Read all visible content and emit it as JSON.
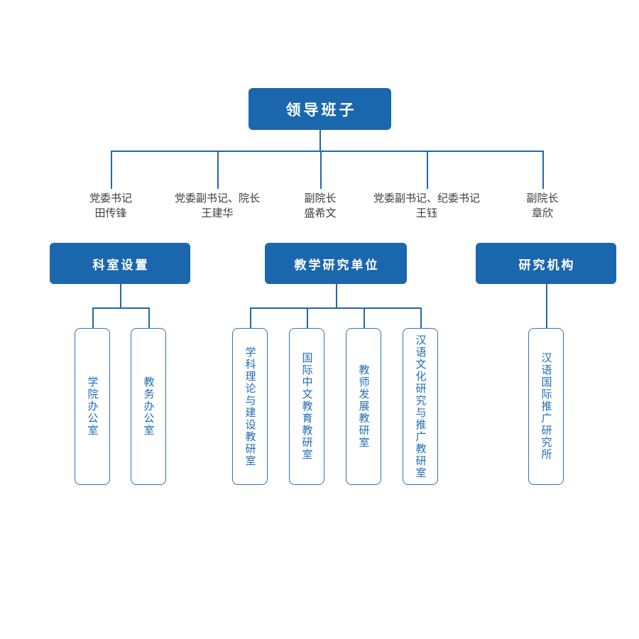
{
  "palette": {
    "primary_blue": "#1b67ae",
    "connector_blue": "#2268ab",
    "leader_text": "#3d3d3d",
    "vertical_box_text": "#1f6cb4",
    "vertical_box_border": "#2e75b6",
    "background": "#ffffff"
  },
  "root": {
    "label": "领导班子"
  },
  "leaders": [
    {
      "title": "党委书记",
      "name": "田传锋"
    },
    {
      "title": "党委副书记、院长",
      "name": "王建华"
    },
    {
      "title": "副院长",
      "name": "盛希文"
    },
    {
      "title": "党委副书记、纪委书记",
      "name": "王钰"
    },
    {
      "title": "副院长",
      "name": "章欣"
    }
  ],
  "sections": [
    {
      "label": "科室设置",
      "children": [
        "学院办公室",
        "教务办公室"
      ]
    },
    {
      "label": "教学研究单位",
      "children": [
        "学科理论与建设教研室",
        "国际中文教育教研室",
        "教师发展教研室",
        "汉语文化研究与推广教研室"
      ]
    },
    {
      "label": "研究机构",
      "children": [
        "汉语国际推广研究所"
      ]
    }
  ]
}
